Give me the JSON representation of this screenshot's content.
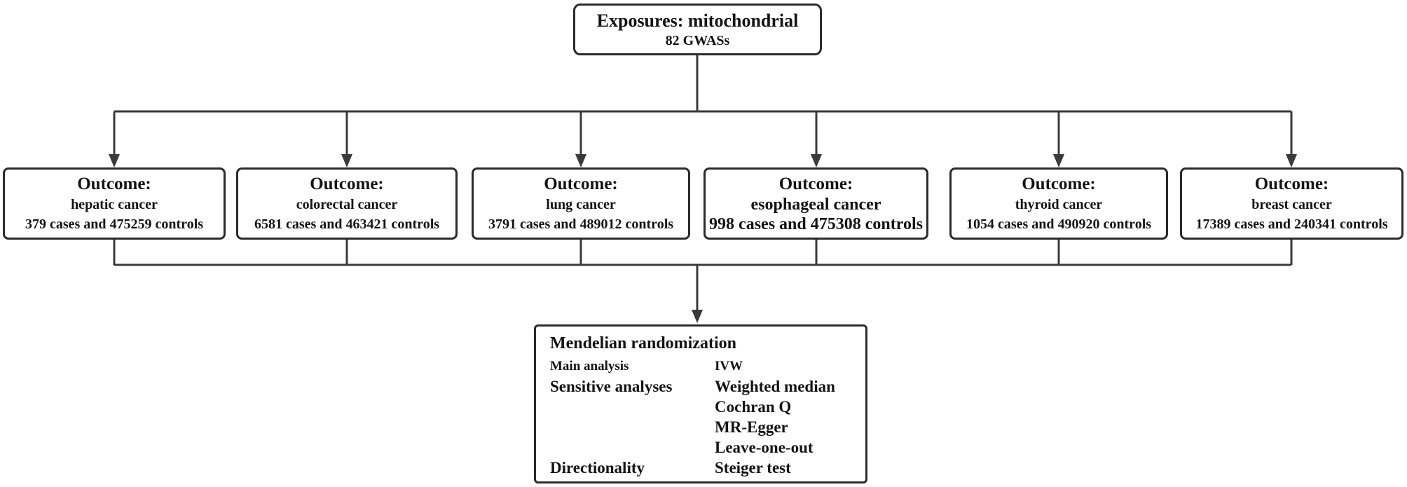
{
  "figure": {
    "exposure_box": {
      "title": "Exposures: mitochondrial",
      "subtitle": "82 GWASs"
    },
    "outcome_boxes": [
      {
        "heading": "Outcome:",
        "cancer": "hepatic cancer",
        "sample": "379 cases and 475259 controls",
        "emphasized": false
      },
      {
        "heading": "Outcome:",
        "cancer": "colorectal cancer",
        "sample": "6581 cases and 463421 controls",
        "emphasized": false
      },
      {
        "heading": "Outcome:",
        "cancer": "lung cancer",
        "sample": "3791 cases and 489012 controls",
        "emphasized": false
      },
      {
        "heading": "Outcome:",
        "cancer": "esophageal cancer",
        "sample": "998 cases and 475308 controls",
        "emphasized": true
      },
      {
        "heading": "Outcome:",
        "cancer": "thyroid cancer",
        "sample": "1054 cases and 490920 controls",
        "emphasized": false
      },
      {
        "heading": "Outcome:",
        "cancer": "breast cancer",
        "sample": "17389 cases and 240341 controls",
        "emphasized": false
      }
    ],
    "mr_box": {
      "title": "Mendelian randomization",
      "rows": [
        {
          "label": "Main analysis",
          "value": "IVW"
        },
        {
          "label": "Sensitive analyses",
          "value": "Weighted median"
        },
        {
          "label": "",
          "value": "Cochran Q"
        },
        {
          "label": "",
          "value": "MR-Egger"
        },
        {
          "label": "",
          "value": "Leave-one-out"
        },
        {
          "label": "Directionality",
          "value": "Steiger test"
        }
      ]
    },
    "colors": {
      "text": "#141414",
      "border": "#2b2b2b",
      "line": "#3a3a3a",
      "background": "#ffffff"
    }
  }
}
